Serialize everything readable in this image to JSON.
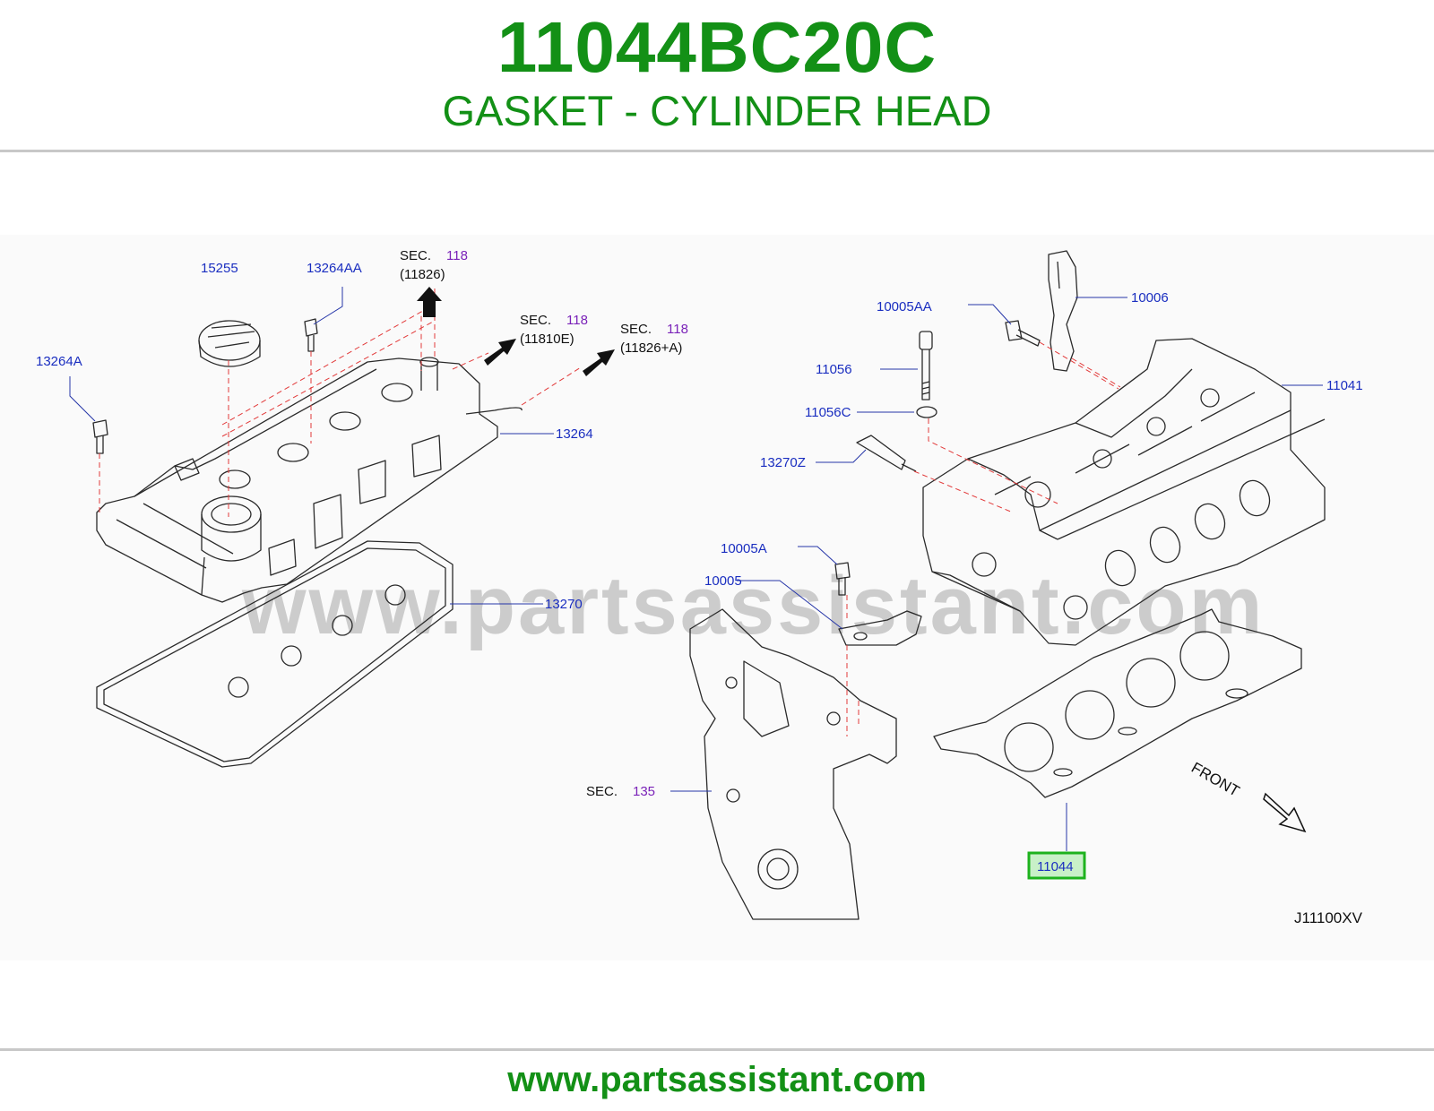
{
  "header": {
    "part_number": "11044BC20C",
    "part_name": "GASKET - CYLINDER HEAD"
  },
  "diagram": {
    "callouts": {
      "c15255": "15255",
      "c13264AA": "13264AA",
      "c13264A": "13264A",
      "c13264": "13264",
      "c13270": "13270",
      "c10005AA": "10005AA",
      "c10006": "10006",
      "c11056": "11056",
      "c11056C": "11056C",
      "c13270Z": "13270Z",
      "c11041": "11041",
      "c10005A": "10005A",
      "c10005": "10005",
      "c11044": "11044"
    },
    "sections": {
      "s1": {
        "prefix": "SEC.",
        "num": "118",
        "sub": "(11826)"
      },
      "s2": {
        "prefix": "SEC.",
        "num": "118",
        "sub": "(11810E)"
      },
      "s3": {
        "prefix": "SEC.",
        "num": "118",
        "sub": "(11826+A)"
      },
      "s4": {
        "prefix": "SEC.",
        "num": "135"
      }
    },
    "front_label": "FRONT",
    "diagram_code": "J11100XV",
    "watermark": "www.partsassistant.com",
    "highlight_color": "#1db21d",
    "highlight_fill": "#c8f0c8"
  },
  "footer": {
    "url": "www.partsassistant.com"
  }
}
